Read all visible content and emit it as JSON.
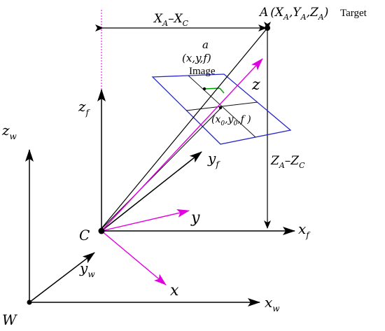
{
  "colors": {
    "axis": "#000000",
    "camera_axis": "#e000e0",
    "image_plane": "#2828c8",
    "image_grid": "#111111",
    "guide": "#e000e0",
    "pixel_marker": "#00a000"
  },
  "labels": {
    "target_point": "A (X",
    "target_coords": "A",
    "target_title": "Target",
    "image_point": "a",
    "image_coords": "(x,y,f)",
    "image_title": "Image",
    "principal_point": "(x",
    "dx_label": "X",
    "dz_label": "Z",
    "camera_center": "C",
    "world_origin": "W"
  },
  "axes": {
    "world": {
      "x": "x",
      "y": "y",
      "z": "z",
      "subscript": "w"
    },
    "frame": {
      "x": "x",
      "y": "y",
      "z": "z",
      "subscript": "f"
    },
    "camera": {
      "x": "x",
      "y": "y",
      "z": "z"
    }
  }
}
